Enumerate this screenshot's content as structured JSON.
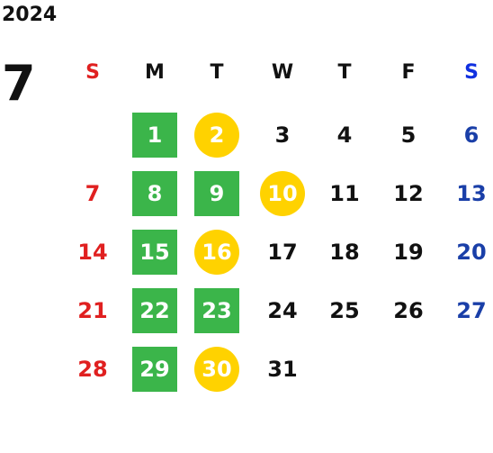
{
  "year": "2024",
  "month": "7",
  "weekday_headers": [
    "S",
    "M",
    "T",
    "W",
    "T",
    "F",
    "S"
  ],
  "weeks": [
    [
      {
        "day": ""
      },
      {
        "day": "1",
        "highlight": "green"
      },
      {
        "day": "2",
        "highlight": "yellow"
      },
      {
        "day": "3"
      },
      {
        "day": "4"
      },
      {
        "day": "5"
      },
      {
        "day": "6"
      }
    ],
    [
      {
        "day": "7"
      },
      {
        "day": "8",
        "highlight": "green"
      },
      {
        "day": "9",
        "highlight": "green"
      },
      {
        "day": "10",
        "highlight": "yellow"
      },
      {
        "day": "11"
      },
      {
        "day": "12"
      },
      {
        "day": "13"
      }
    ],
    [
      {
        "day": "14"
      },
      {
        "day": "15",
        "highlight": "green"
      },
      {
        "day": "16",
        "highlight": "yellow"
      },
      {
        "day": "17"
      },
      {
        "day": "18"
      },
      {
        "day": "19"
      },
      {
        "day": "20"
      }
    ],
    [
      {
        "day": "21"
      },
      {
        "day": "22",
        "highlight": "green"
      },
      {
        "day": "23",
        "highlight": "green"
      },
      {
        "day": "24"
      },
      {
        "day": "25"
      },
      {
        "day": "26"
      },
      {
        "day": "27"
      }
    ],
    [
      {
        "day": "28"
      },
      {
        "day": "29",
        "highlight": "green"
      },
      {
        "day": "30",
        "highlight": "yellow"
      },
      {
        "day": "31"
      },
      {
        "day": ""
      },
      {
        "day": ""
      },
      {
        "day": ""
      }
    ]
  ],
  "colors": {
    "green_highlight": "#3bb54a",
    "yellow_highlight": "#ffd200",
    "sunday": "#e02020",
    "saturday": "#1a3fa8"
  }
}
